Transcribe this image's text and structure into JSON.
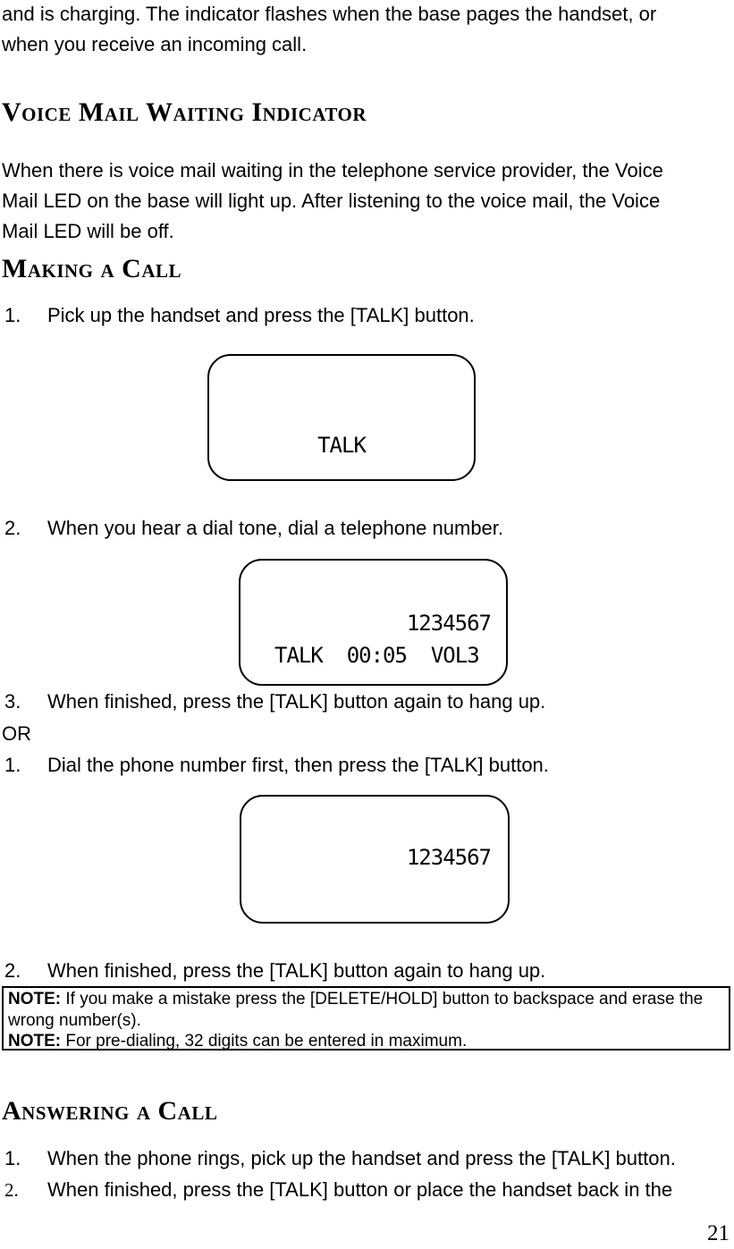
{
  "page": {
    "number": "21"
  },
  "intro": {
    "lines": [
      "and is charging. The indicator flashes when the base pages the handset, or",
      "when you receive an incoming call."
    ]
  },
  "sections": {
    "voice_mail": {
      "title": "Voice Mail Waiting Indicator",
      "body_lines": [
        "When there is voice mail waiting in the telephone service provider, the Voice",
        "Mail LED on the base will light up. After listening to the voice mail, the Voice",
        "Mail LED will be off."
      ]
    },
    "making_call": {
      "title": "Making a Call",
      "steps_first": [
        {
          "marker": "1.",
          "text": "Pick up the handset and press the [TALK] button."
        },
        {
          "marker": "2.",
          "text": "When you hear a dial tone, dial a telephone number."
        },
        {
          "marker": "3.",
          "text": "When finished, press the [TALK] button again to hang up."
        }
      ],
      "or_label": "OR",
      "steps_second": [
        {
          "marker": "1.",
          "text": "Dial the phone number first, then press the [TALK] button."
        },
        {
          "marker": "2.",
          "text": "When finished, press the [TALK] button again to hang up."
        }
      ],
      "screens": {
        "talk": {
          "label": "TALK"
        },
        "dialing": {
          "number": "1234567",
          "status": "TALK  00:05  VOL3"
        },
        "predial": {
          "number": "1234567"
        }
      },
      "note": {
        "line1_label": "NOTE:",
        "line1_text": " If you make a mistake press the [DELETE/HOLD] button to backspace and erase the",
        "line2_text": "wrong number(s).",
        "line3_label": "NOTE:",
        "line3_text": " For pre-dialing, 32 digits can be entered in maximum."
      }
    },
    "answering_call": {
      "title": "Answering a Call",
      "steps": [
        {
          "marker": "1.",
          "text": "When the phone rings, pick up the handset and press the [TALK] button."
        },
        {
          "marker": "2.",
          "text": "When finished, press the [TALK] button or place the handset back in the"
        }
      ]
    }
  }
}
